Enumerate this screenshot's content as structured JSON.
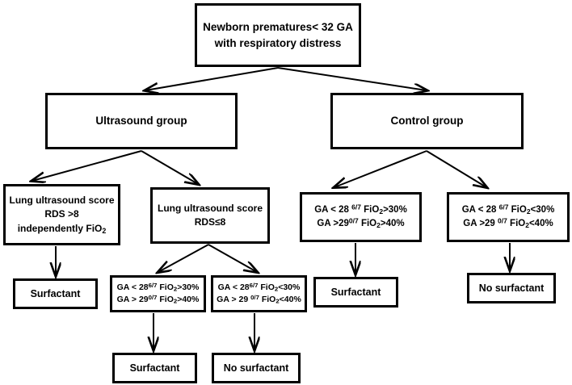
{
  "diagram": {
    "title": "Newborn prematures respiratory distress surfactant decision flowchart",
    "stroke_color": "#000000",
    "background_color": "#ffffff",
    "nodes": {
      "root": {
        "line1": "Newborn prematures< 32 GA",
        "line2": "with respiratory distress"
      },
      "ultrasound_group": {
        "line1": "Ultrasound group"
      },
      "control_group": {
        "line1": "Control group"
      },
      "lus_high": {
        "line1": "Lung ultrasound score",
        "line2": "RDS >8",
        "line3_pre": "independently FiO",
        "line3_sub": "2"
      },
      "lus_low": {
        "line1": "Lung ultrasound score",
        "line2": "RDS≤8"
      },
      "ctrl_high": {
        "l1_a": "GA < 28 ",
        "l1_sup": "6/7",
        "l1_b": " FiO",
        "l1_sub": "2",
        "l1_c": ">30%",
        "l2_a": "GA >29",
        "l2_sup": "0/7",
        "l2_b": " FiO",
        "l2_sub": "2",
        "l2_c": ">40%"
      },
      "ctrl_low": {
        "l1_a": "GA < 28 ",
        "l1_sup": "6/7",
        "l1_b": " FiO",
        "l1_sub": "2",
        "l1_c": "<30%",
        "l2_a": "GA >29 ",
        "l2_sup": "0/7",
        "l2_b": " FiO",
        "l2_sub": "2",
        "l2_c": "<40%"
      },
      "ga_high": {
        "l1_a": "GA < 28",
        "l1_sup": "6/7",
        "l1_b": " FiO",
        "l1_sub": "2",
        "l1_c": ">30%",
        "l2_a": "GA > 29",
        "l2_sup": "0/7",
        "l2_b": " FiO",
        "l2_sub": "2",
        "l2_c": ">40%"
      },
      "ga_low": {
        "l1_a": "GA < 28",
        "l1_sup": "6/7",
        "l1_b": " FiO",
        "l1_sub": "2",
        "l1_c": "<30%",
        "l2_a": "GA > 29 ",
        "l2_sup": "0/7",
        "l2_b": " FiO",
        "l2_sub": "2",
        "l2_c": "<40%"
      },
      "surfactant_lus_high": {
        "label": "Surfactant"
      },
      "surfactant_control": {
        "label": "Surfactant"
      },
      "no_surfactant_control": {
        "label": "No surfactant"
      },
      "surfactant_ga_high": {
        "label": "Surfactant"
      },
      "no_surfactant_ga_low": {
        "label": "No surfactant"
      }
    }
  }
}
